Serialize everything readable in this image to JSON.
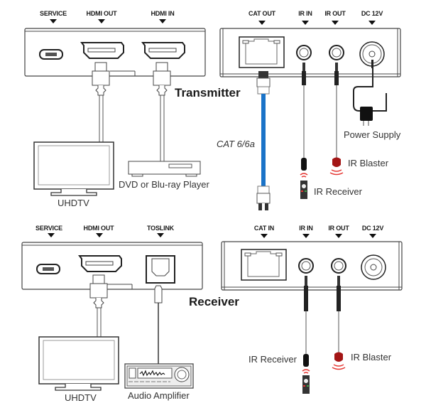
{
  "transmitter": {
    "title": "Transmitter",
    "left_panel_ports": [
      "SERVICE",
      "HDMI OUT",
      "HDMI IN"
    ],
    "right_panel_ports": [
      "CAT OUT",
      "IR IN",
      "IR OUT",
      "DC 12V"
    ],
    "devices": {
      "tv": "UHDTV",
      "player": "DVD or Blu-ray Player",
      "power": "Power Supply",
      "ir_blaster": "IR Blaster",
      "ir_receiver": "IR Receiver"
    }
  },
  "cable": {
    "label": "CAT 6/6a",
    "color": "#1a73c8"
  },
  "receiver": {
    "title": "Receiver",
    "left_panel_ports": [
      "SERVICE",
      "HDMI OUT",
      "TOSLINK"
    ],
    "right_panel_ports": [
      "CAT IN",
      "IR IN",
      "IR OUT",
      "DC 12V"
    ],
    "devices": {
      "tv": "UHDTV",
      "amplifier": "Audio Amplifier",
      "ir_receiver": "IR Receiver",
      "ir_blaster": "IR Blaster"
    }
  },
  "colors": {
    "ir_red": "#e53935",
    "ir_blaster_body": "#a31515"
  }
}
